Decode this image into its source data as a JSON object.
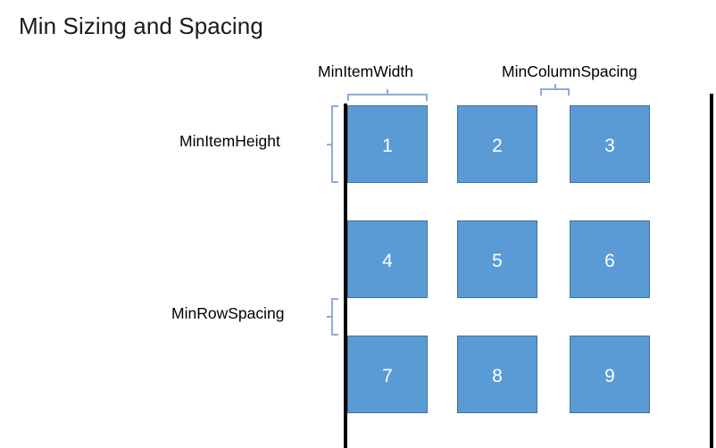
{
  "slide": {
    "title": "Min Sizing and Spacing",
    "background_color": "#FFFFFF"
  },
  "colors": {
    "item_fill": "#5B9BD5",
    "item_border": "#41719C",
    "item_text": "#FFFFFF",
    "bracket": "#8FAADC",
    "rail": "#000000",
    "label_text": "#000000",
    "title_text": "#1A1A1A"
  },
  "labels": {
    "min_item_width": "MinItemWidth",
    "min_column_spacing": "MinColumnSpacing",
    "min_item_height": "MinItemHeight",
    "min_row_spacing": "MinRowSpacing"
  },
  "grid": {
    "rows": 3,
    "columns": 3,
    "items": [
      {
        "number": "1",
        "row": 1,
        "column": 1
      },
      {
        "number": "2",
        "row": 1,
        "column": 2
      },
      {
        "number": "3",
        "row": 1,
        "column": 3
      },
      {
        "number": "4",
        "row": 2,
        "column": 1
      },
      {
        "number": "5",
        "row": 2,
        "column": 2
      },
      {
        "number": "6",
        "row": 2,
        "column": 3
      },
      {
        "number": "7",
        "row": 3,
        "column": 1
      },
      {
        "number": "8",
        "row": 3,
        "column": 2
      },
      {
        "number": "9",
        "row": 3,
        "column": 3
      }
    ]
  }
}
